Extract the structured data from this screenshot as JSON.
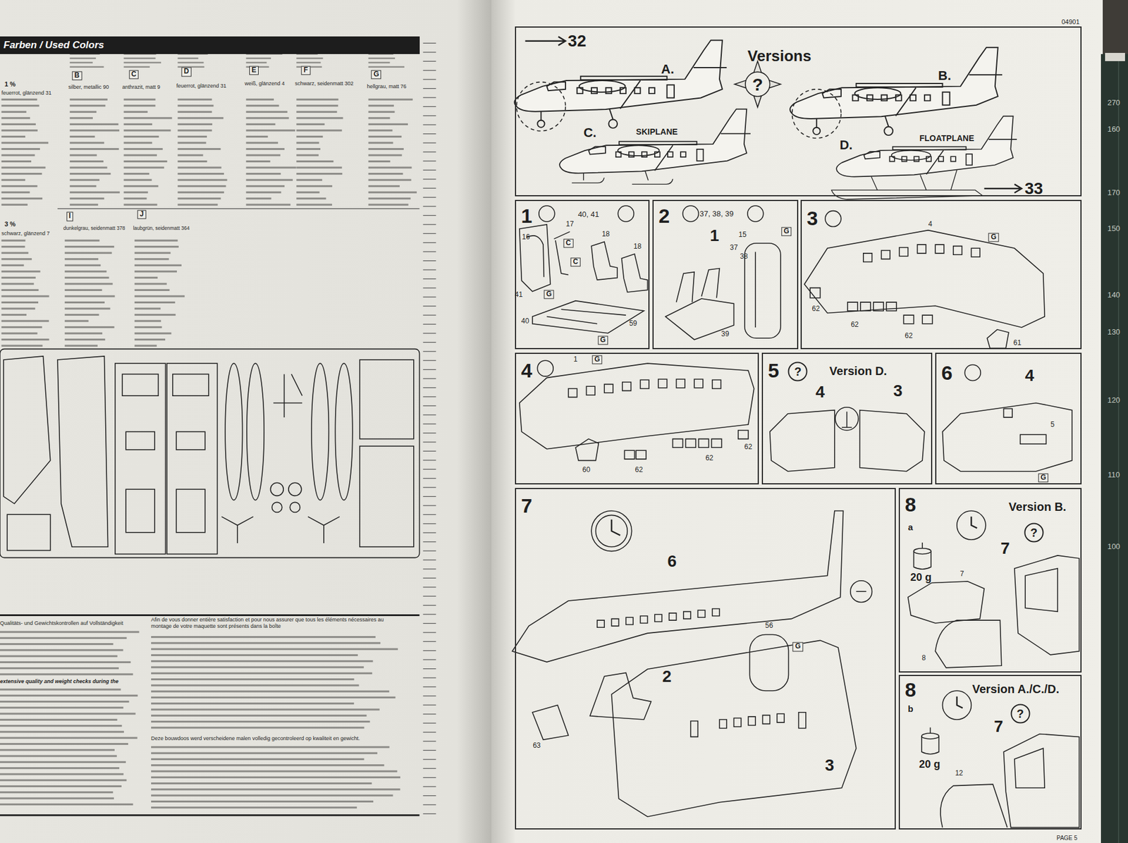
{
  "diagram": {
    "nodes": [
      {
        "text": [
          "Farben / Used Colors"
        ]
      },
      {
        "text": [
          "Versions"
        ]
      },
      {
        "text": [
          "1"
        ]
      },
      {
        "text": [
          "2"
        ]
      },
      {
        "text": [
          "3"
        ]
      },
      {
        "text": [
          "4"
        ]
      },
      {
        "text": [
          "5",
          "Version D."
        ]
      },
      {
        "text": [
          "6"
        ]
      },
      {
        "text": [
          "7"
        ]
      },
      {
        "text": [
          "8",
          "a",
          "Version B."
        ]
      },
      {
        "text": [
          "8",
          "b",
          "Version A./C./D."
        ]
      }
    ],
    "labels": [
      "04901",
      "32",
      "A.",
      "?",
      "B.",
      "C.",
      "SKIPLANE",
      "D.",
      "FLOATPLANE",
      "33",
      "40, 41",
      "17",
      "16",
      "18",
      "18",
      "C",
      "C",
      "G",
      "41",
      "40",
      "G",
      "59",
      "37, 38, 39",
      "1",
      "15",
      "37",
      "38",
      "G",
      "39",
      "4",
      "G",
      "62",
      "62",
      "62",
      "61",
      "1",
      "G",
      "60",
      "62",
      "62",
      "62",
      "?",
      "4",
      "3",
      "4",
      "5",
      "G",
      "6",
      "56",
      "G",
      "2",
      "63",
      "3",
      "?",
      "7",
      "7",
      "20 g",
      "8",
      "?",
      "7",
      "20 g",
      "12",
      "PAGE 5",
      "1 %",
      "B",
      "C",
      "D",
      "E",
      "F",
      "G",
      "feuerrot, glänzend 31",
      "silber, metallic 90",
      "anthrazit, matt 9",
      "feuerrot, glänzend 31",
      "weiß, glänzend 4",
      "schwarz, seidenmatt 302",
      "hellgrau, matt 76",
      "3 %",
      "I",
      "J",
      "schwarz, glänzend 7",
      "dunkelgrau, seidenmatt 378",
      "laubgrün, seidenmatt 364",
      "Qualitäts- und Gewichtskontrollen auf Vollständigkeit",
      "Afin de vous donner entière satisfaction et pour nous assurer que tous les éléments nécessaires au montage de votre maquette sont présents dans la boîte",
      "extensive quality and weight checks during the",
      "Deze bouwdoos werd verscheidene malen volledig gecontroleerd op kwaliteit en gewicht.",
      "270",
      "160",
      "170",
      "150",
      "140",
      "130",
      "120",
      "110",
      "100"
    ]
  }
}
